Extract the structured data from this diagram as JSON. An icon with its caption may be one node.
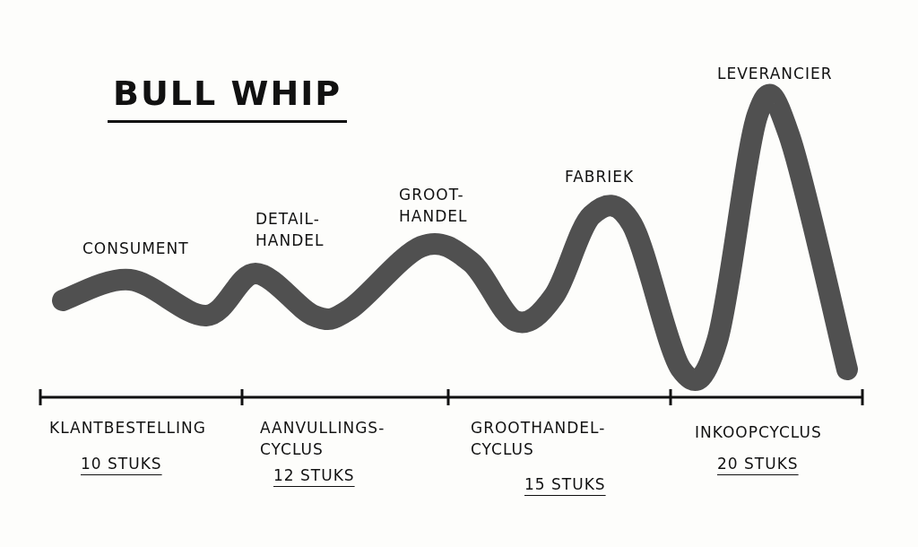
{
  "diagram": {
    "title": "BULL WHIP",
    "labels": [
      "LEVERANCIER",
      "FABRIEK",
      "GROOT-HANDEL",
      "DETAIL-HANDEL",
      "CONSUMENT",
      "KLANTBESTELLING",
      "10 STUKS",
      "AANVULLINGS-CYCLUS",
      "12 STUKS",
      "GROOTHANDEL-CYCLUS",
      "15 STUKS",
      "INKOOPCYCLUS",
      "20 STUKS"
    ]
  }
}
